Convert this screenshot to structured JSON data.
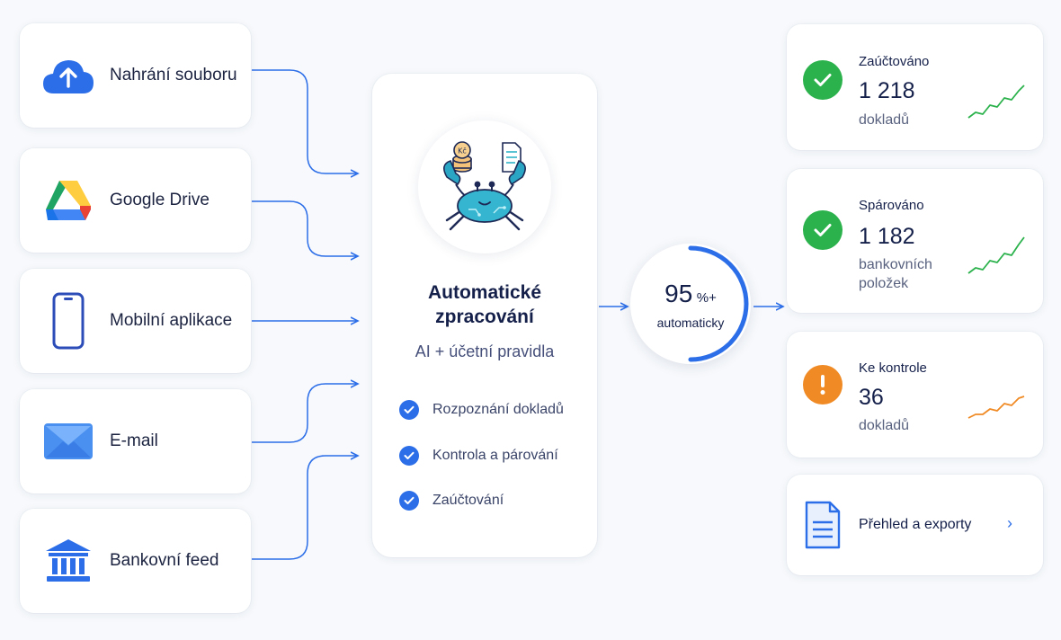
{
  "sources": [
    {
      "label": "Nahrání souboru",
      "icon": "cloud-upload-icon"
    },
    {
      "label": "Google Drive",
      "icon": "google-drive-icon"
    },
    {
      "label": "Mobilní aplikace",
      "icon": "phone-icon"
    },
    {
      "label": "E-mail",
      "icon": "envelope-icon"
    },
    {
      "label": "Bankovní feed",
      "icon": "bank-icon"
    }
  ],
  "center": {
    "title_line1": "Automatické",
    "title_line2": "zpracování",
    "subtitle": "AI + účetní pravidla",
    "logo_icon": "crab-mascot-icon",
    "logo_coin_text": "Kč",
    "steps": [
      {
        "label": "Rozpoznání dokladů",
        "icon": "check-icon"
      },
      {
        "label": "Kontrola a párování",
        "icon": "check-icon"
      },
      {
        "label": "Zaúčtování",
        "icon": "check-icon"
      }
    ]
  },
  "gauge": {
    "value": "95",
    "unit": "%+",
    "caption": "automaticky",
    "fill_fraction": 0.5
  },
  "results": [
    {
      "title": "Zaúčtováno",
      "value": "1 218",
      "desc": "dokladů",
      "status": "success",
      "icon": "check-circle-icon",
      "color": "#2bb24c"
    },
    {
      "title": "Spárováno",
      "value": "1 182",
      "desc": "bankovních položek",
      "status": "success",
      "icon": "check-circle-icon",
      "color": "#2bb24c"
    },
    {
      "title": "Ke kontrole",
      "value": "36",
      "desc": "dokladů",
      "status": "warning",
      "icon": "exclamation-icon",
      "color": "#f08a24"
    }
  ],
  "export": {
    "label": "Přehled a exporty",
    "icon": "document-icon",
    "chevron": "›"
  },
  "colors": {
    "accent": "#2c6ee8",
    "success": "#2bb24c",
    "warning": "#f08a24",
    "text": "#15204a",
    "background": "#f7f9fc"
  }
}
